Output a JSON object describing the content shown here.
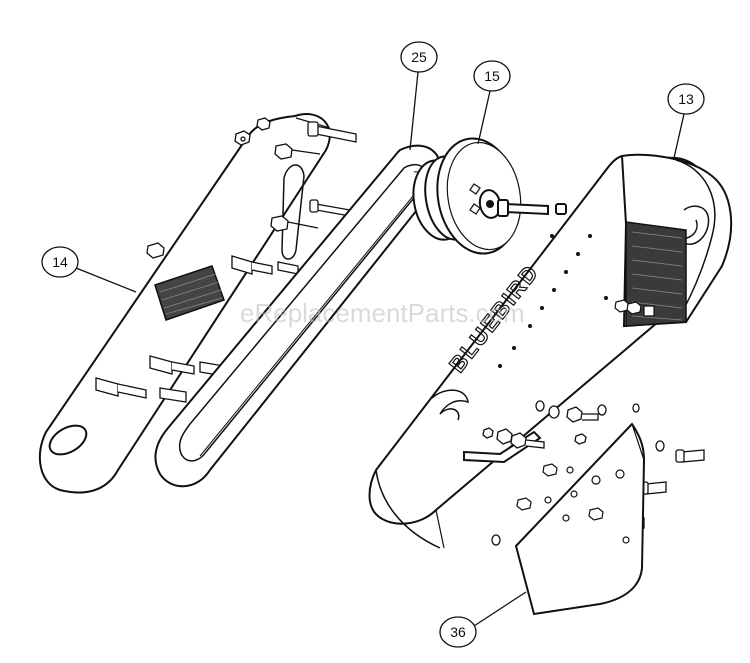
{
  "diagram": {
    "watermark": "eReplacementParts.com",
    "brand_marking": "BLUEBIRD",
    "callouts": {
      "part_14": "14",
      "part_25": "25",
      "part_15": "15",
      "part_13": "13",
      "part_36": "36"
    }
  }
}
